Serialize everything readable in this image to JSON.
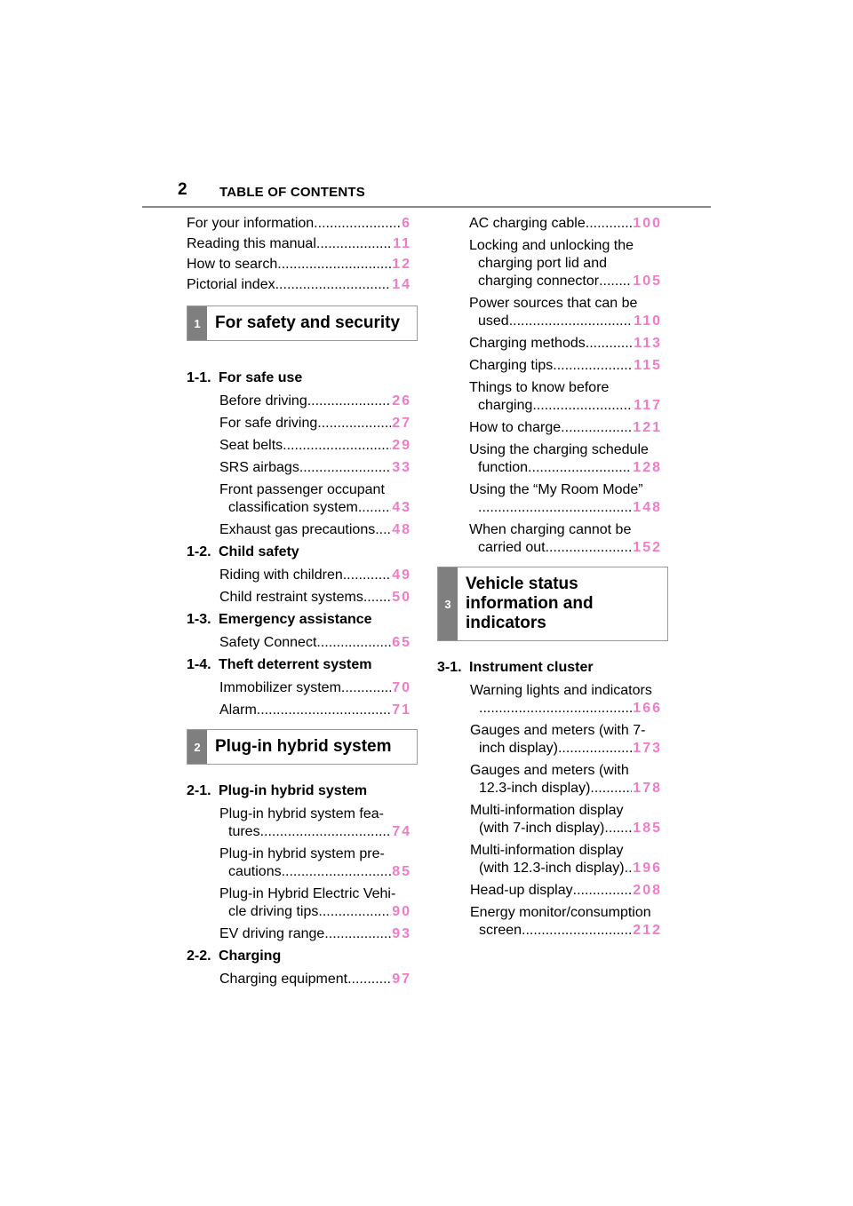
{
  "header": {
    "page_number": "2",
    "title": "TABLE OF CONTENTS"
  },
  "front": [
    {
      "title": "For your information",
      "page": "6"
    },
    {
      "title": "Reading this manual",
      "page": "11"
    },
    {
      "title": "How to search",
      "page": "12"
    },
    {
      "title": "Pictorial index",
      "page": "14"
    }
  ],
  "chapter1": {
    "tab": "1",
    "title": "For safety and security",
    "sections": [
      {
        "num": "1-1.",
        "title": "For safe use",
        "entries": [
          {
            "lines": [
              "Before driving"
            ],
            "page": "26"
          },
          {
            "lines": [
              "For safe driving"
            ],
            "page": "27"
          },
          {
            "lines": [
              "Seat belts"
            ],
            "page": "29"
          },
          {
            "lines": [
              "SRS airbags"
            ],
            "page": "33"
          },
          {
            "lines": [
              "Front passenger occupant",
              "classification system"
            ],
            "page": "43"
          },
          {
            "lines": [
              "Exhaust gas precautions"
            ],
            "page": "48"
          }
        ]
      },
      {
        "num": "1-2.",
        "title": "Child safety",
        "entries": [
          {
            "lines": [
              "Riding with children"
            ],
            "page": "49"
          },
          {
            "lines": [
              "Child restraint systems"
            ],
            "page": "50"
          }
        ]
      },
      {
        "num": "1-3.",
        "title": "Emergency assistance",
        "entries": [
          {
            "lines": [
              "Safety Connect"
            ],
            "page": "65"
          }
        ]
      },
      {
        "num": "1-4.",
        "title": "Theft deterrent system",
        "entries": [
          {
            "lines": [
              "Immobilizer system"
            ],
            "page": "70"
          },
          {
            "lines": [
              "Alarm"
            ],
            "page": "71"
          }
        ]
      }
    ]
  },
  "chapter2": {
    "tab": "2",
    "title": "Plug-in hybrid system",
    "sections": [
      {
        "num": "2-1.",
        "title": "Plug-in hybrid system",
        "entries": [
          {
            "lines": [
              "Plug-in hybrid system fea-",
              "tures"
            ],
            "page": "74"
          },
          {
            "lines": [
              "Plug-in hybrid system pre-",
              "cautions"
            ],
            "page": "85"
          },
          {
            "lines": [
              "Plug-in Hybrid Electric Vehi-",
              "cle driving tips"
            ],
            "page": "90"
          },
          {
            "lines": [
              "EV driving range"
            ],
            "page": "93"
          }
        ]
      },
      {
        "num": "2-2.",
        "title": "Charging",
        "entries": [
          {
            "lines": [
              "Charging equipment"
            ],
            "page": "97"
          }
        ]
      }
    ]
  },
  "right_entries": [
    {
      "lines": [
        "AC charging cable"
      ],
      "page": "100"
    },
    {
      "lines": [
        "Locking and unlocking the",
        "charging port lid and",
        "charging connector"
      ],
      "page": "105"
    },
    {
      "lines": [
        "Power sources that can be",
        "used"
      ],
      "page": "110"
    },
    {
      "lines": [
        "Charging methods"
      ],
      "page": "113"
    },
    {
      "lines": [
        "Charging tips"
      ],
      "page": "115"
    },
    {
      "lines": [
        "Things to know before",
        "charging"
      ],
      "page": "117"
    },
    {
      "lines": [
        "How to charge"
      ],
      "page": "121"
    },
    {
      "lines": [
        "Using the charging schedule",
        "function"
      ],
      "page": "128"
    },
    {
      "lines": [
        "Using the “My Room Mode”",
        ""
      ],
      "page": "148"
    },
    {
      "lines": [
        "When charging cannot be",
        "carried out"
      ],
      "page": "152"
    }
  ],
  "chapter3": {
    "tab": "3",
    "title_lines": [
      "Vehicle status",
      "information and",
      "indicators"
    ],
    "sections": [
      {
        "num": "3-1.",
        "title": "Instrument cluster",
        "entries": [
          {
            "lines": [
              "Warning lights and indicators",
              ""
            ],
            "page": "166"
          },
          {
            "lines": [
              "Gauges and meters (with 7-",
              "inch display)"
            ],
            "page": "173"
          },
          {
            "lines": [
              "Gauges and meters (with",
              "12.3-inch display)"
            ],
            "page": "178"
          },
          {
            "lines": [
              "Multi-information display",
              "(with 7-inch display)"
            ],
            "page": "185"
          },
          {
            "lines": [
              "Multi-information display",
              "(with 12.3-inch display)"
            ],
            "page": "196"
          },
          {
            "lines": [
              "Head-up display"
            ],
            "page": "208"
          },
          {
            "lines": [
              "Energy monitor/consumption",
              "screen"
            ],
            "page": "212"
          }
        ]
      }
    ]
  }
}
